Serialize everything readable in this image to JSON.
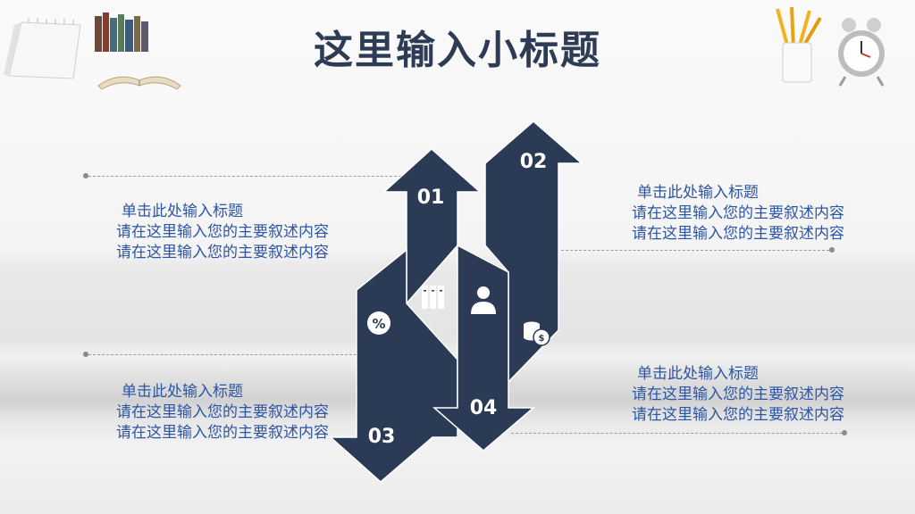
{
  "page": {
    "title": "这里输入小标题"
  },
  "colors": {
    "arrow": "#2b3a55",
    "text": "#2c55a3",
    "title": "#2d3b55"
  },
  "arrows": [
    {
      "number": "01",
      "icon": "server-icon"
    },
    {
      "number": "02",
      "icon": "coins-icon"
    },
    {
      "number": "03",
      "icon": "percent-icon"
    },
    {
      "number": "04",
      "icon": "user-icon"
    }
  ],
  "blocks": [
    {
      "heading": "单击此处输入标题",
      "line1": "请在这里输入您的主要叙述内容",
      "line2": "请在这里输入您的主要叙述内容"
    },
    {
      "heading": "单击此处输入标题",
      "line1": "请在这里输入您的主要叙述内容",
      "line2": "请在这里输入您的主要叙述内容"
    },
    {
      "heading": "单击此处输入标题",
      "line1": "请在这里输入您的主要叙述内容",
      "line2": "请在这里输入您的主要叙述内容"
    },
    {
      "heading": "单击此处输入标题",
      "line1": "请在这里输入您的主要叙述内容",
      "line2": "请在这里输入您的主要叙述内容"
    }
  ]
}
